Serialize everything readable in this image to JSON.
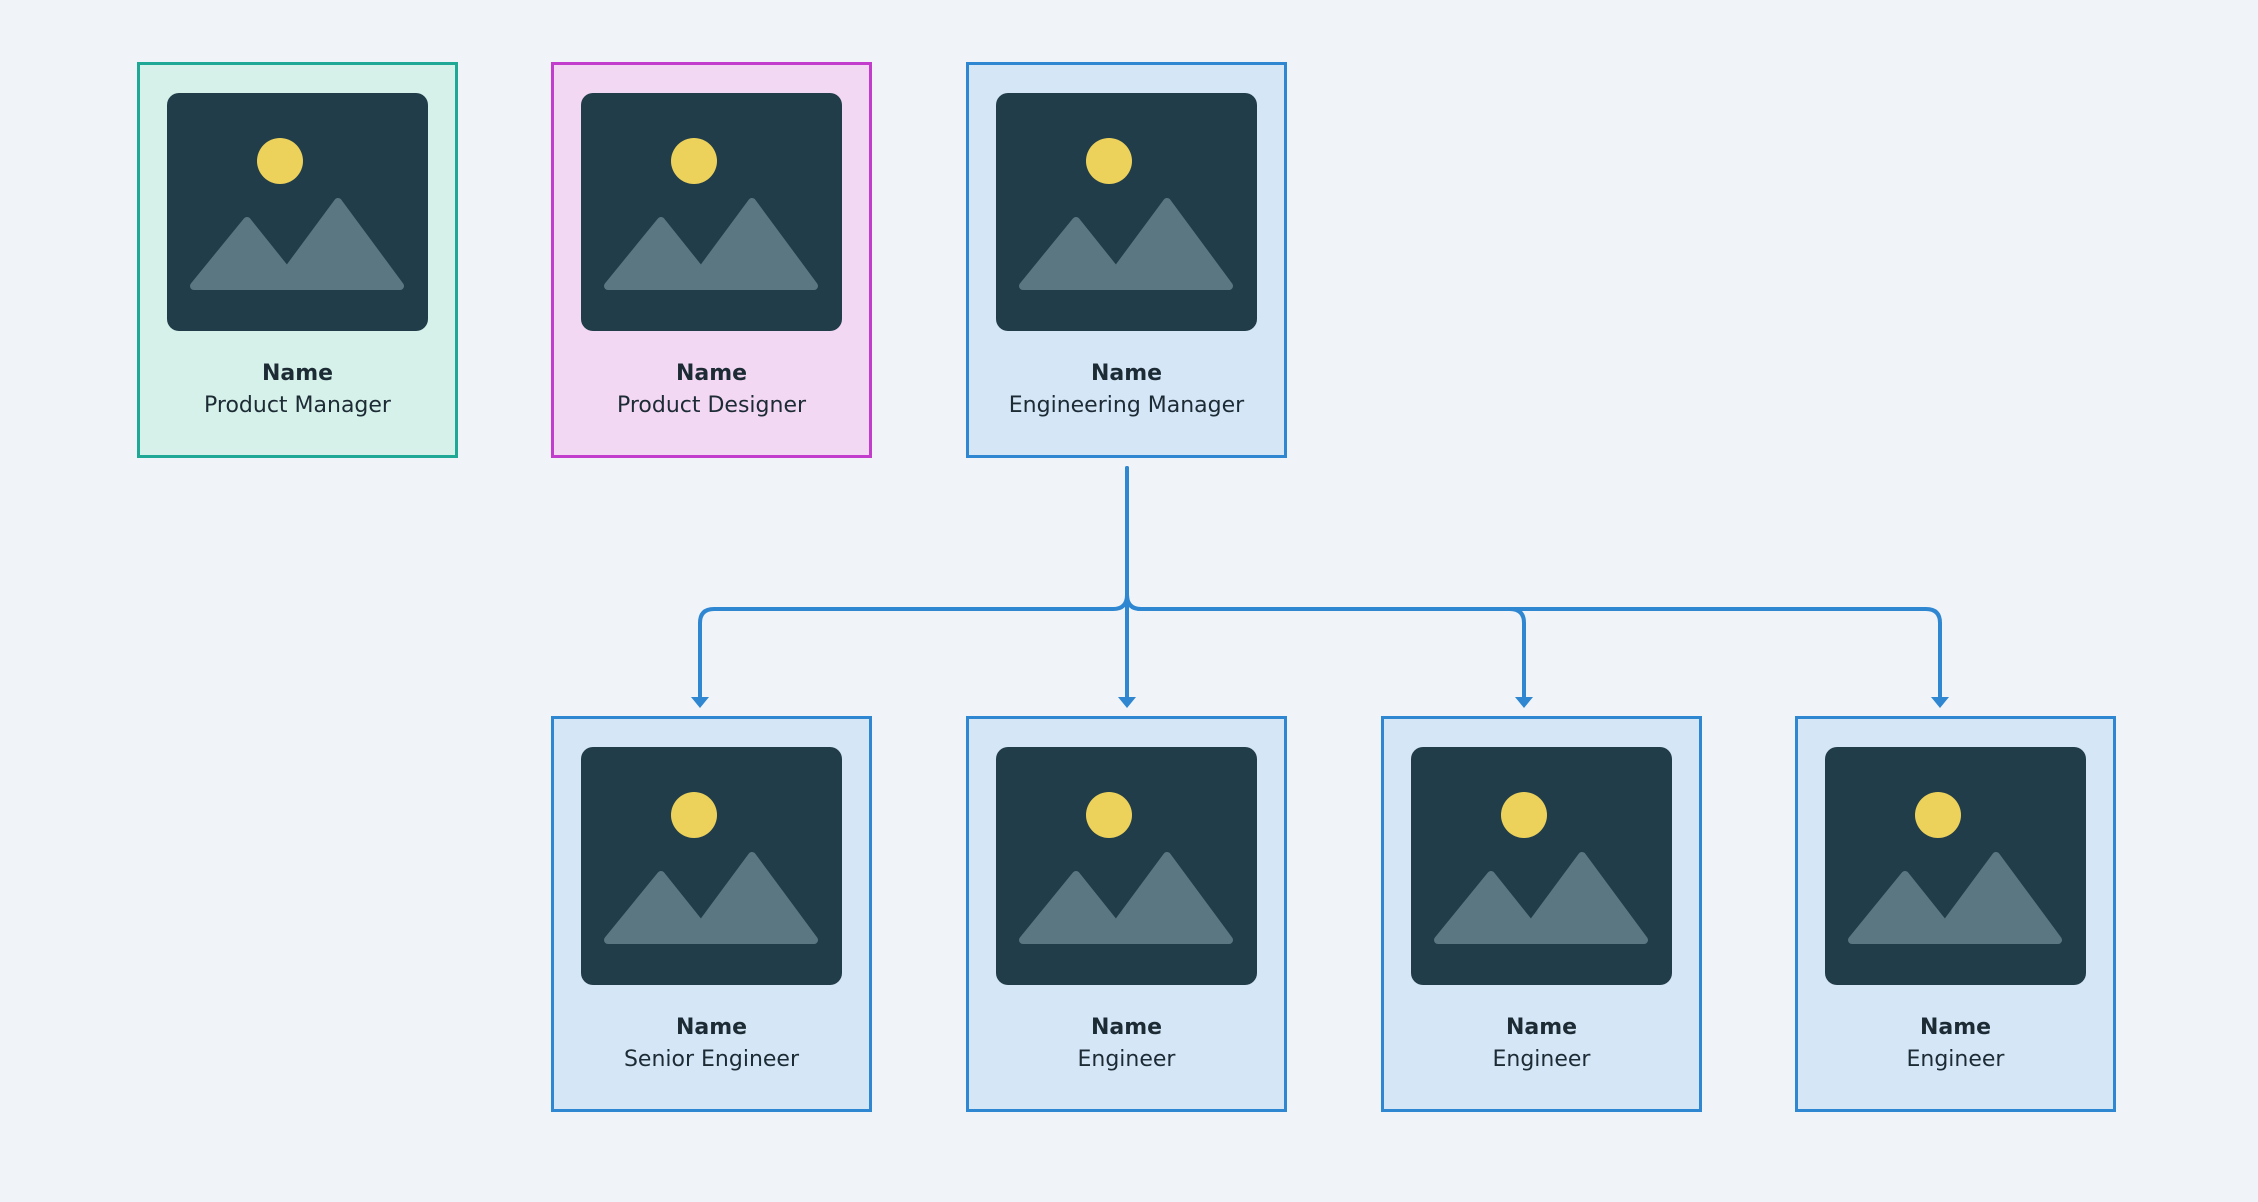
{
  "colors": {
    "background": "#f0f4f8",
    "connector": "#2f86d1",
    "green_border": "#1fa895",
    "green_fill": "#d5f1ea",
    "magenta_border": "#c23dcc",
    "magenta_fill": "#f3d8f4",
    "blue_border": "#2f86d1",
    "blue_fill": "#d5e6f6",
    "photo_bg": "#223d4a",
    "sun": "#ecd15a",
    "mountain": "#5b7882"
  },
  "cards": {
    "pm": {
      "name": "Name",
      "role": "Product Manager",
      "icon": "image-placeholder-icon"
    },
    "pd": {
      "name": "Name",
      "role": "Product Designer",
      "icon": "image-placeholder-icon"
    },
    "em": {
      "name": "Name",
      "role": "Engineering Manager",
      "icon": "image-placeholder-icon"
    },
    "se": {
      "name": "Name",
      "role": "Senior Engineer",
      "icon": "image-placeholder-icon"
    },
    "e1": {
      "name": "Name",
      "role": "Engineer",
      "icon": "image-placeholder-icon"
    },
    "e2": {
      "name": "Name",
      "role": "Engineer",
      "icon": "image-placeholder-icon"
    },
    "e3": {
      "name": "Name",
      "role": "Engineer",
      "icon": "image-placeholder-icon"
    }
  },
  "reporting_lines": [
    {
      "from": "em",
      "to": "se"
    },
    {
      "from": "em",
      "to": "e1"
    },
    {
      "from": "em",
      "to": "e2"
    },
    {
      "from": "em",
      "to": "e3"
    }
  ]
}
